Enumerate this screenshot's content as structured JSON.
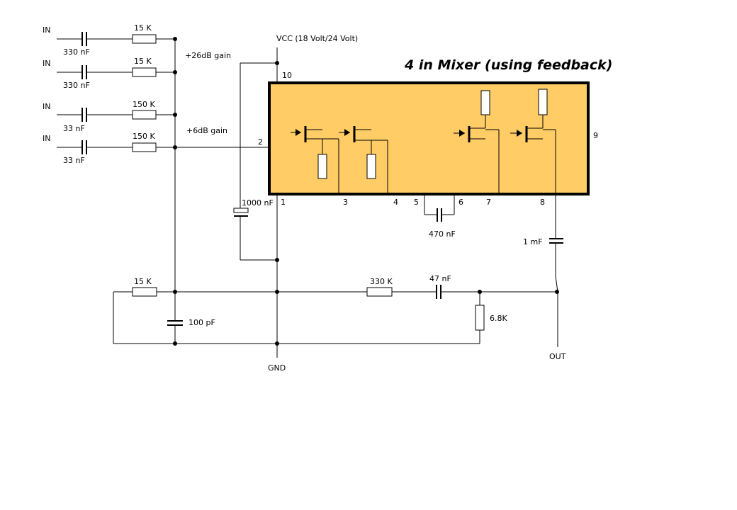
{
  "title": "4 in Mixer (using feedback)",
  "supply": "VCC  (18 Volt/24 Volt)",
  "ground": "GND",
  "output": "OUT",
  "inputs": [
    {
      "label": "IN",
      "capacitor": "330 nF",
      "resistor": "15 K"
    },
    {
      "label": "IN",
      "capacitor": "330 nF",
      "resistor": "15 K"
    },
    {
      "label": "IN",
      "capacitor": "33 nF",
      "resistor": "150 K"
    },
    {
      "label": "IN",
      "capacitor": "33 nF",
      "resistor": "150 K"
    }
  ],
  "gain_labels": {
    "high": "+26dB gain",
    "low": "+6dB gain"
  },
  "pins": {
    "p1": "1",
    "p2": "2",
    "p3": "3",
    "p4": "4",
    "p5": "5",
    "p6": "6",
    "p7": "7",
    "p8": "8",
    "p9": "9",
    "p10": "10"
  },
  "components": {
    "supply_cap": "1000 nF",
    "bridge_cap": "470 nF",
    "output_cap": "1 mF",
    "feedback_res": "15 K",
    "filter_cap": "100 pF",
    "series_res": "330 K",
    "series_cap": "47 nF",
    "shunt_res": "6.8K"
  },
  "colors": {
    "ic_fill": "#ffcc66",
    "line": "#000000",
    "background": "#ffffff"
  }
}
